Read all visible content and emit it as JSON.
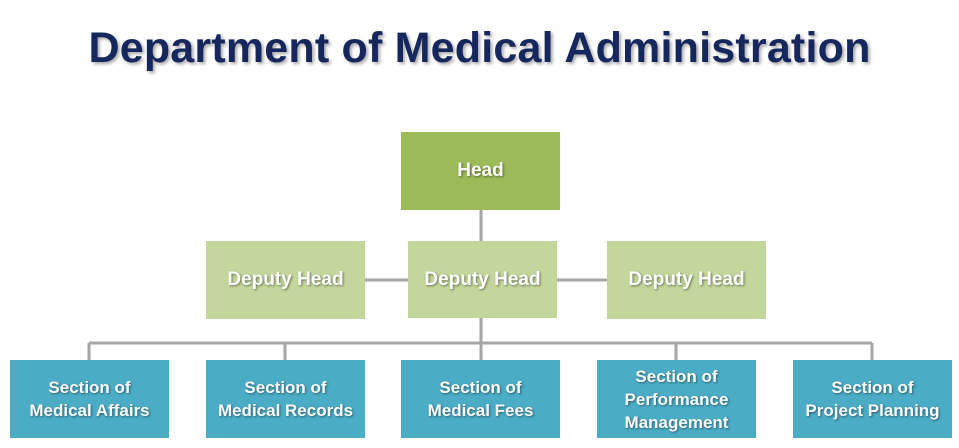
{
  "title": "Department of Medical Administration",
  "colors": {
    "title": "#16275e",
    "head": "#9bbb59",
    "deputy": "#c3d69b",
    "section": "#4bacc6",
    "connector": "#a6a6a6"
  },
  "head": {
    "label": "Head"
  },
  "deputies": [
    {
      "label": "Deputy Head"
    },
    {
      "label": "Deputy Head"
    },
    {
      "label": "Deputy Head"
    }
  ],
  "sections": [
    {
      "label": "Section of\nMedical Affairs"
    },
    {
      "label": "Section of\nMedical Records"
    },
    {
      "label": "Section of\nMedical Fees"
    },
    {
      "label": "Section of\nPerformance\nManagement"
    },
    {
      "label": "Section of\nProject Planning"
    }
  ]
}
